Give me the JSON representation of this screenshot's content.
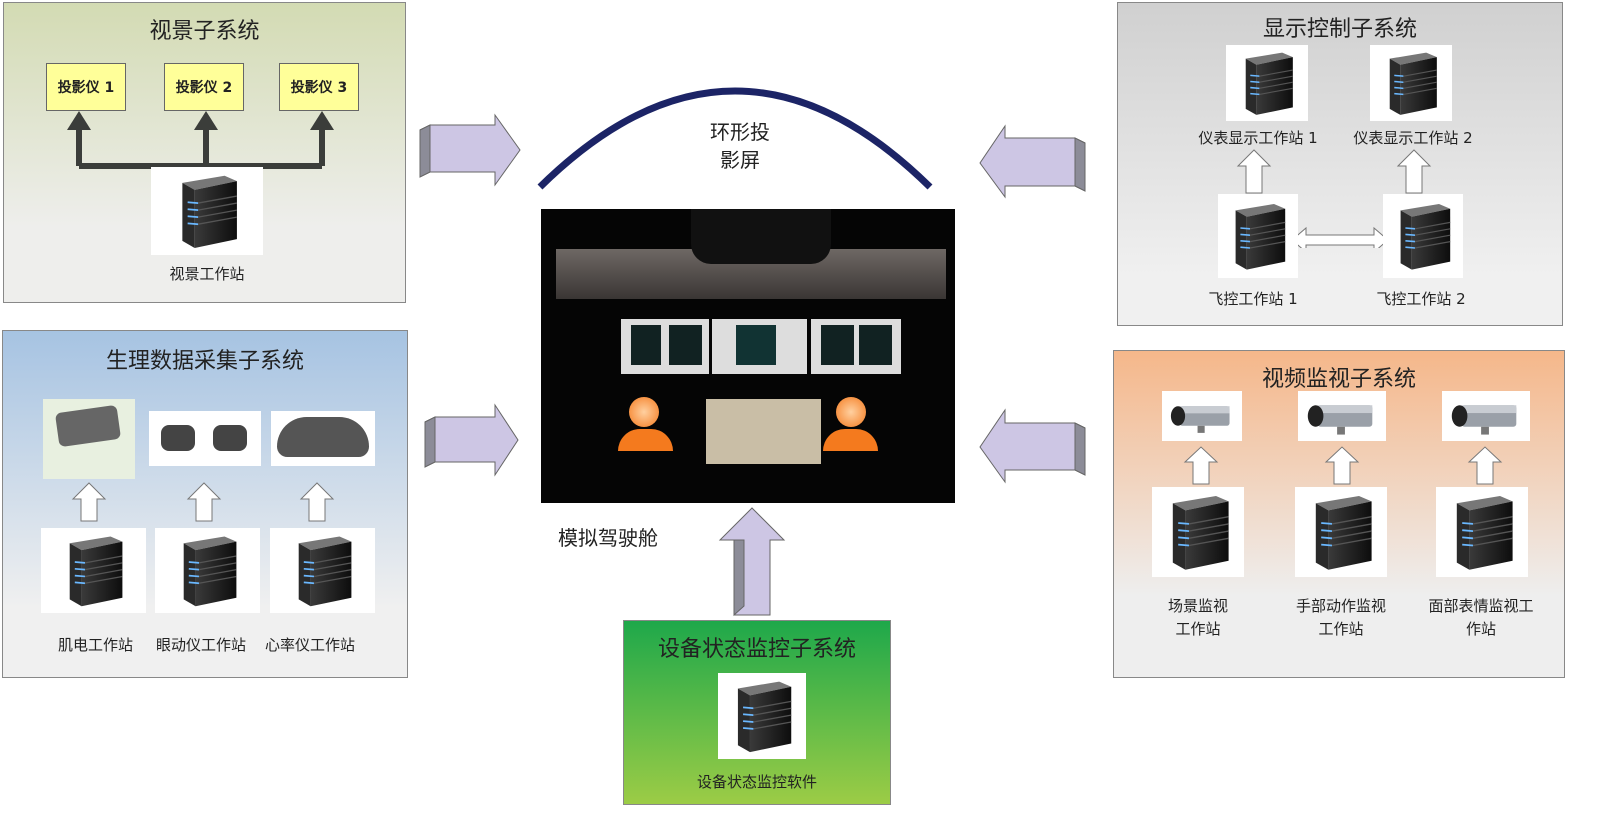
{
  "visual": {
    "title": "视景子系统",
    "projectors": [
      "投影仪 1",
      "投影仪 2",
      "投影仪 3"
    ],
    "workstation": "视景工作站"
  },
  "physio": {
    "title": "生理数据采集子系统",
    "workstations": [
      "肌电工作站",
      "眼动仪工作站",
      "心率仪工作站"
    ]
  },
  "display": {
    "title": "显示控制子系统",
    "instrument_ws": [
      "仪表显示工作站 1",
      "仪表显示工作站 2"
    ],
    "flight_ws": [
      "飞控工作站 1",
      "飞控工作站 2"
    ]
  },
  "video": {
    "title": "视频监视子系统",
    "workstations": [
      [
        "场景监视",
        "工作站"
      ],
      [
        "手部动作监视",
        "工作站"
      ],
      [
        "面部表情监视工",
        "作站"
      ]
    ]
  },
  "device": {
    "title": "设备状态监控子系统",
    "software": "设备状态监控软件"
  },
  "center": {
    "screen": [
      "环形投",
      "影屏"
    ],
    "cockpit": "模拟驾驶舱"
  },
  "colors": {
    "arc": "#1c2466",
    "arrow_face": "#cdc6e4",
    "arrow_side": "#8c8c98"
  }
}
